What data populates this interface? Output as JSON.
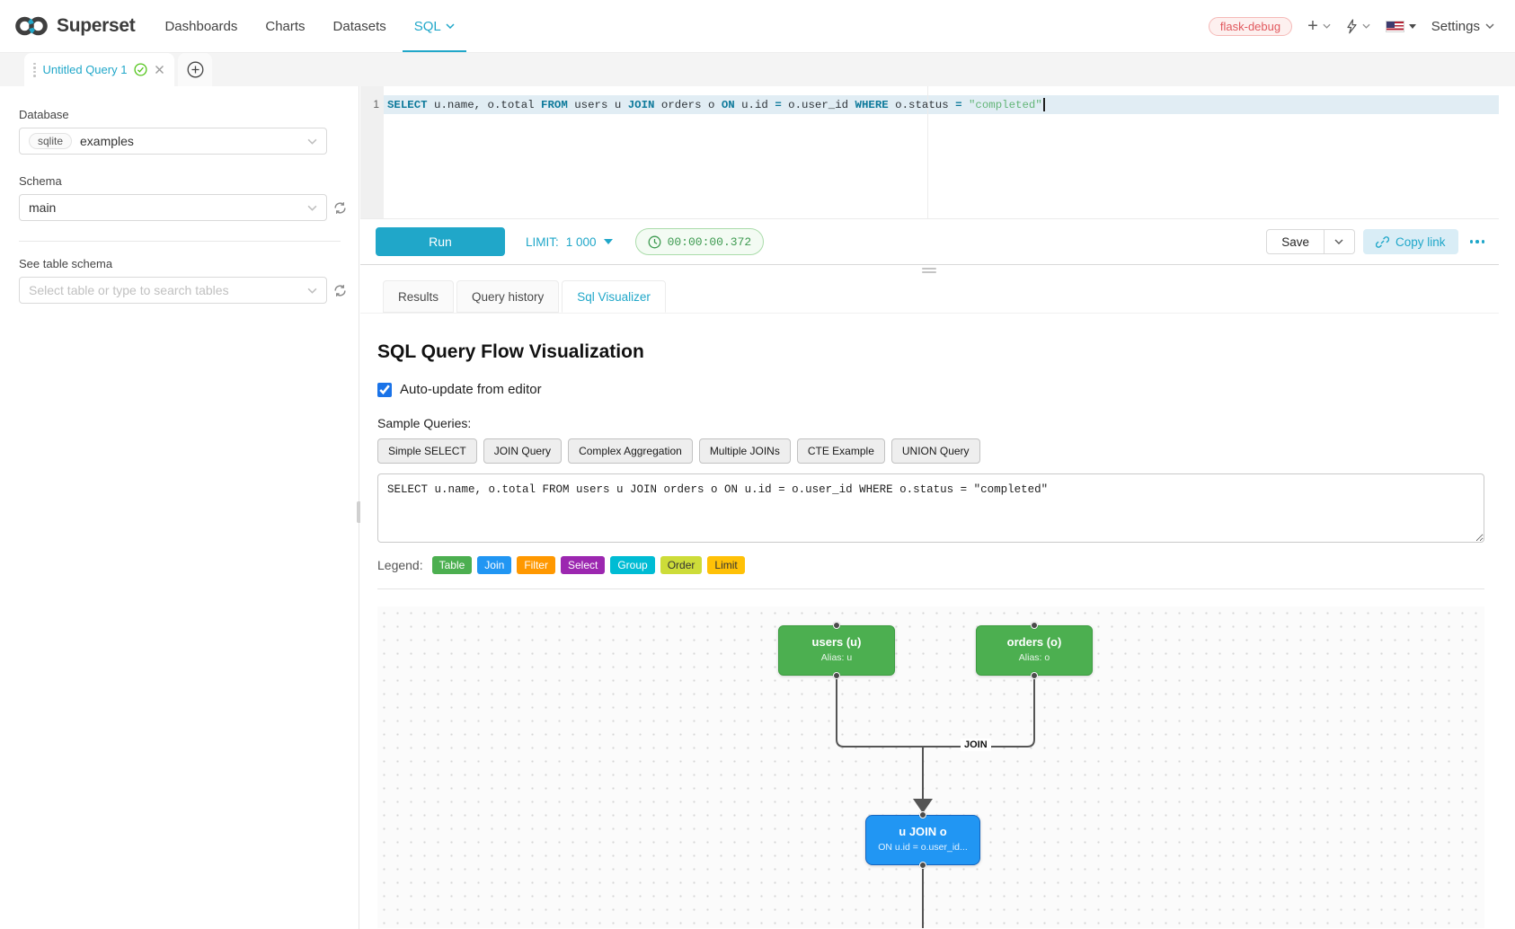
{
  "colors": {
    "accent": "#20a7c9",
    "success": "#52c41a",
    "node_green": "#4caf50",
    "node_blue": "#2196f3"
  },
  "icons": [
    "superset-logo",
    "chevron-down",
    "plus",
    "lightning-bolt",
    "us-flag",
    "check-circle",
    "close",
    "plus-circle",
    "refresh",
    "clock",
    "link",
    "more-dots",
    "drag-handle"
  ],
  "navbar": {
    "brand": "Superset",
    "items": [
      {
        "label": "Dashboards"
      },
      {
        "label": "Charts"
      },
      {
        "label": "Datasets"
      },
      {
        "label": "SQL",
        "active": true
      }
    ],
    "env_badge": "flask-debug",
    "settings_label": "Settings"
  },
  "tabs_bar": {
    "active_tab": "Untitled Query 1"
  },
  "sidebar": {
    "database_label": "Database",
    "database_engine": "sqlite",
    "database_value": "examples",
    "schema_label": "Schema",
    "schema_value": "main",
    "table_label": "See table schema",
    "table_placeholder": "Select table or type to search tables"
  },
  "editor": {
    "line_number": "1",
    "tokens": [
      {
        "type": "keyword",
        "text": "SELECT"
      },
      {
        "type": "plain",
        "text": " u.name, o.total "
      },
      {
        "type": "keyword",
        "text": "FROM"
      },
      {
        "type": "plain",
        "text": " users u "
      },
      {
        "type": "keyword",
        "text": "JOIN"
      },
      {
        "type": "plain",
        "text": " orders o "
      },
      {
        "type": "keyword",
        "text": "ON"
      },
      {
        "type": "plain",
        "text": " u.id "
      },
      {
        "type": "keyword",
        "text": "="
      },
      {
        "type": "plain",
        "text": " o.user_id "
      },
      {
        "type": "keyword",
        "text": "WHERE"
      },
      {
        "type": "plain",
        "text": " o.status "
      },
      {
        "type": "keyword",
        "text": "="
      },
      {
        "type": "plain",
        "text": " "
      },
      {
        "type": "string",
        "text": "\"completed\""
      }
    ]
  },
  "toolbar": {
    "run_label": "Run",
    "limit_label": "LIMIT:",
    "limit_value": "1 000",
    "timer": "00:00:00.372",
    "save_label": "Save",
    "copy_link_label": "Copy link"
  },
  "result_tabs": [
    {
      "label": "Results"
    },
    {
      "label": "Query history"
    },
    {
      "label": "Sql Visualizer",
      "active": true
    }
  ],
  "visualizer": {
    "title": "SQL Query Flow Visualization",
    "auto_update_label": "Auto-update from editor",
    "auto_update_checked": true,
    "sample_queries_label": "Sample Queries:",
    "sample_buttons": [
      "Simple SELECT",
      "JOIN Query",
      "Complex Aggregation",
      "Multiple JOINs",
      "CTE Example",
      "UNION Query"
    ],
    "sql_text": "SELECT u.name, o.total FROM users u JOIN orders o ON u.id = o.user_id WHERE o.status = \"completed\"",
    "legend_label": "Legend:",
    "legend": [
      {
        "label": "Table",
        "color": "#4caf50",
        "text_color": "#ffffff"
      },
      {
        "label": "Join",
        "color": "#2196f3",
        "text_color": "#ffffff"
      },
      {
        "label": "Filter",
        "color": "#ff9800",
        "text_color": "#ffffff"
      },
      {
        "label": "Select",
        "color": "#9c27b0",
        "text_color": "#ffffff"
      },
      {
        "label": "Group",
        "color": "#00bcd4",
        "text_color": "#ffffff"
      },
      {
        "label": "Order",
        "color": "#cddc39",
        "text_color": "#333333"
      },
      {
        "label": "Limit",
        "color": "#ffc107",
        "text_color": "#333333"
      }
    ],
    "flow": {
      "nodes": [
        {
          "title": "users (u)",
          "subtitle": "Alias: u",
          "color": "#4caf50",
          "border_color": "#3d9c41"
        },
        {
          "title": "orders (o)",
          "subtitle": "Alias: o",
          "color": "#4caf50",
          "border_color": "#3d9c41"
        },
        {
          "title": "u JOIN o",
          "subtitle": "ON u.id = o.user_id...",
          "color": "#2196f3",
          "border_color": "#1565c0"
        }
      ],
      "edge_label": "JOIN"
    }
  }
}
